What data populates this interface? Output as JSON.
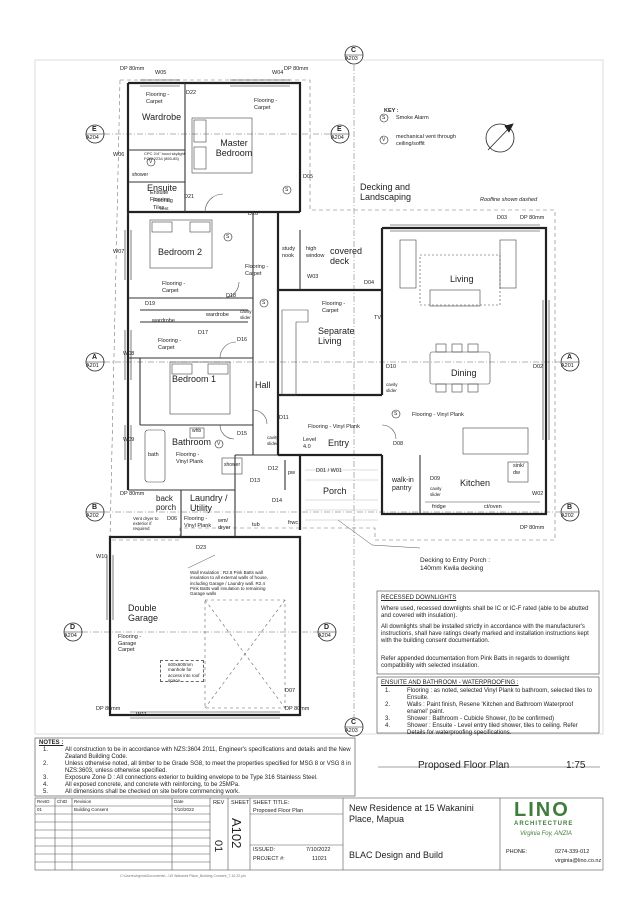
{
  "plan_title": "Proposed Floor Plan",
  "scale": "1:75",
  "rooms": {
    "wardrobe": "Wardrobe",
    "master": "Master Bedroom",
    "ensuite": "Ensuite",
    "bedroom2": "Bedroom 2",
    "bedroom1": "Bedroom 1",
    "bathroom": "Bathroom",
    "hall": "Hall",
    "separate_living": "Separate Living",
    "study_nook": "study nook",
    "covered_deck": "covered deck",
    "living": "Living",
    "dining": "Dining",
    "kitchen": "Kitchen",
    "entry": "Entry",
    "porch": "Porch",
    "laundry": "Laundry / Utility",
    "back_porch": "back porch",
    "double_garage": "Double Garage",
    "walk_in_pantry": "walk-in pantry",
    "decking": "Decking and Landscaping"
  },
  "floor_labels": {
    "f1": "Flooring - Carpet",
    "f2": "Flooring - Carpet",
    "f3": "Flooring Tiles",
    "f4": "Flooring - Carpet",
    "f5": "Flooring - Carpet",
    "f6": "Flooring - Carpet",
    "f7": "Flooring - Carpet",
    "f8": "Flooring - Vinyl Plank",
    "f9": "Flooring - Vinyl Plank",
    "f10": "Flooring - Vinyl Plank",
    "f11": "Flooring - Vinyl Plank",
    "f12": "Flooring - Garage Carpet",
    "ensuite_flooring": "Ensuite Flooring"
  },
  "codes": {
    "w05": "W05",
    "w04": "W04",
    "d22": "D22",
    "w06": "W06",
    "d05": "D05",
    "d21": "D21",
    "d20": "D20",
    "w07": "W07",
    "d19": "D19",
    "d18": "D18",
    "d17": "D17",
    "d16": "D16",
    "w08": "W08",
    "w09": "W09",
    "d15": "D15",
    "d11": "D11",
    "d12": "D12",
    "d13": "D13",
    "d14": "D14",
    "d06": "D06",
    "d23": "D23",
    "w10": "W10",
    "w11": "W11",
    "d07": "D07",
    "w03": "W03",
    "d04": "D04",
    "d03": "D03",
    "w01": "W01",
    "d02": "D02",
    "d10": "D10",
    "d08": "D08",
    "d09": "D09",
    "w02": "W02",
    "d01": "D01 / W01",
    "tv": "TV",
    "level": "Level 4.0",
    "high_window": "high window",
    "pw": "pw",
    "cavity1": "cavity slider",
    "cavity2": "cavity slider",
    "cavity3": "cavity slider",
    "cavity4": "cavity slider",
    "whb": "whb",
    "bath": "bath",
    "shower": "shower",
    "shower_e": "shower",
    "wm": "wm/ dryer",
    "tub": "tub",
    "frwc": "frwc",
    "fridge": "fridge",
    "oven": "ct/oven",
    "sink": "sink/ dw",
    "wardrobe1": "wardrobe",
    "wardrobe2": "wardrobe",
    "vent": "vent",
    "gas": "CPC 2/4\" hood skylight FCM 2234 (850-85)"
  },
  "dp": {
    "tl": "DP 80mm",
    "tr": "DP 80mm",
    "r1": "DP 80mm",
    "r2": "DP 80mm",
    "l1": "DP 80mm",
    "bl": "DP 80mm",
    "br": "DP 80mm"
  },
  "grids": {
    "c_top": {
      "letter": "C",
      "ref": "A203"
    },
    "c_bot": {
      "letter": "C",
      "ref": "A203"
    },
    "e_left": {
      "letter": "E",
      "ref": "A204"
    },
    "e_right": {
      "letter": "E",
      "ref": "A204"
    },
    "a_left": {
      "letter": "A",
      "ref": "A201"
    },
    "a_right": {
      "letter": "A",
      "ref": "A201"
    },
    "b_left": {
      "letter": "B",
      "ref": "A202"
    },
    "b_right": {
      "letter": "B",
      "ref": "A202"
    },
    "d_left": {
      "letter": "D",
      "ref": "A204"
    },
    "d_right": {
      "letter": "D",
      "ref": "A204"
    }
  },
  "key": {
    "title": "KEY :",
    "smoke": "Smoke Alarm",
    "vent": "mechanical vent through ceiling/soffit",
    "s_sym": "S",
    "v_sym": "V"
  },
  "annotations": {
    "roofline": "Roofline shown dashed",
    "decking_porch": "Decking to Entry Porch : 140mm Kwila decking",
    "vent_dryer": "Vent dryer to exterior if required",
    "wall_insulation": "Wall Insulation : R2.8 Pink Batts wall insulation to all external walls of house, including Garage / Laundry wall. R2.4 Pink Batts wall insulation to remaining Garage walls",
    "manhole": "600x600mm manhole for access into roof space"
  },
  "recessed": {
    "title": "RECESSED DOWNLIGHTS",
    "p1": "Where used, recessed downlights shall be IC or IC-F rated (able to be abutted and covered with insulation).",
    "p2": "All downlights shall be installed strictly in accordance with the manufacturer's instructions, shall have ratings clearly marked and installation instructions kept with the building consent documentation.",
    "p3": "Refer appended documentation from Pink Batts in regards to downlight compatibility with selected insulation."
  },
  "waterproofing": {
    "title": "ENSUITE AND BATHROOM - WATERPROOFING :",
    "items": [
      {
        "n": "1.",
        "t": "Flooring : as noted, selected Vinyl Plank to bathroom, selected tiles to Ensuite."
      },
      {
        "n": "2.",
        "t": "Walls : Paint finish, Resene 'Kitchen and Bathroom Waterproof enamel' paint."
      },
      {
        "n": "3.",
        "t": "Shower : Bathroom - Cubicle Shower, (to be confirmed)"
      },
      {
        "n": "4.",
        "t": "Shower : Ensuite - Level entry tiled shower, tiles to ceiling. Refer Details for waterproofing specifications."
      }
    ]
  },
  "notes": {
    "title": "NOTES :",
    "items": [
      {
        "n": "1.",
        "t": "All construction to be in accordance with NZS:3604 2011, Engineer's specifications and details and the New Zealand Building Code."
      },
      {
        "n": "2.",
        "t": "Unless otherwise noted, all timber to be Grade SG8, to meet the properties specified for MSG 8 or VSG 8 in NZS:3603, unless otherwise specified."
      },
      {
        "n": "3.",
        "t": "Exposure Zone D : All connections exterior to building envelope to be Type 316 Stainless Steel."
      },
      {
        "n": "4.",
        "t": "All exposed concrete, and concrete with reinforcing, to be 25MPa."
      },
      {
        "n": "5.",
        "t": "All dimensions shall be checked on site before commencing work."
      }
    ]
  },
  "revisions": {
    "headers": [
      "RevID",
      "ChID",
      "Revision",
      "Date"
    ],
    "rows": [
      [
        "01",
        "",
        "Building Consent",
        "7/10/2022"
      ]
    ]
  },
  "title_block": {
    "rev_label": "REV",
    "sheet_label": "SHEET",
    "sheet_title_label": "SHEET TITLE:",
    "sheet_title": "Proposed Floor Plan",
    "sheet_no": "A102",
    "rev_no": "01",
    "issued_label": "ISSUED:",
    "issued": "7/10/2022",
    "project_label": "PROJECT #:",
    "project": "11021",
    "project_name": "New Residence at 15 Wakanini Place, Mapua",
    "client": "BLAC Design and Build",
    "logo": "LINO",
    "logo_sub": "ARCHITECTURE",
    "architect": "Virginia Foy, ANZIA",
    "phone_label": "PHONE:",
    "phone": "0274-339-012",
    "email": "virginia@lino.co.nz"
  },
  "file_path": "C:\\Users\\virginia\\Documents\\...\\15 Wakanini Place_Building Consent_7.10.22.pln"
}
